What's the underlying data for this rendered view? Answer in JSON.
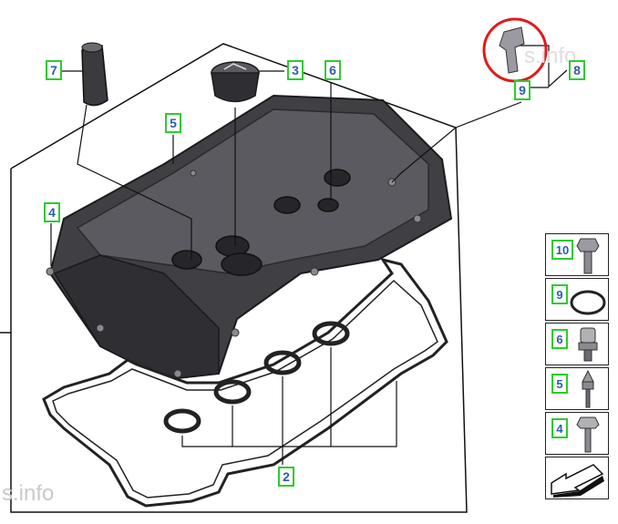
{
  "callouts": [
    {
      "id": "7",
      "label": "7"
    },
    {
      "id": "3",
      "label": "3"
    },
    {
      "id": "6",
      "label": "6"
    },
    {
      "id": "8",
      "label": "8"
    },
    {
      "id": "9",
      "label": "9"
    },
    {
      "id": "5",
      "label": "5"
    },
    {
      "id": "4",
      "label": "4"
    },
    {
      "id": "2",
      "label": "2"
    }
  ],
  "side_panel": [
    {
      "label": "10",
      "part": "bolt"
    },
    {
      "label": "9",
      "part": "o-ring"
    },
    {
      "label": "6",
      "part": "sensor"
    },
    {
      "label": "5",
      "part": "stud"
    },
    {
      "label": "4",
      "part": "screw"
    }
  ],
  "watermark": {
    "bottom_left": "s.info",
    "top_right": "s.info"
  },
  "highlight_color": "#e01b1b",
  "callout_border_color": "#2ecc2e",
  "callout_text_color": "#2b5ea8"
}
